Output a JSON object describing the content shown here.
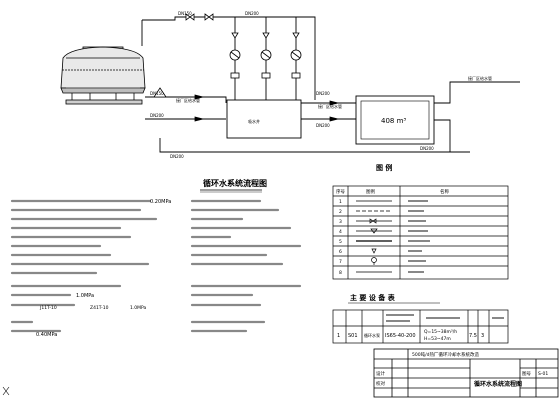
{
  "diagram": {
    "title": "循环水系统流程图",
    "tank_label": "408 m³",
    "pump_well_label": "吸水井",
    "pipe_labels": [
      "DN150",
      "DN200",
      "DN150",
      "DN200",
      "DN200",
      "DN200",
      "DN200",
      "DN200"
    ],
    "flow_notes": [
      "接厂区给水管",
      "接厂区给水管",
      "接厂区给水管"
    ],
    "legend_title": "图 例"
  },
  "notes": {
    "pressures": [
      "0.20MPa",
      "1.0MPa",
      "0.40MPa"
    ],
    "valves": [
      "J11T-10",
      "Z41T-10",
      "1.0MPa"
    ]
  },
  "legend_table": {
    "headers": [
      "序号",
      "图例",
      "名称"
    ],
    "row_numbers": [
      "1",
      "2",
      "3",
      "4",
      "5",
      "6",
      "7",
      "8"
    ]
  },
  "equipment_table": {
    "title": "主 要 设 备 表",
    "row": {
      "index": "1",
      "code": "S01",
      "name": "循环水泵",
      "model": "IS65-40-200",
      "spec_flow": "Q=15~38m³/h",
      "spec_head": "H=53~47m",
      "power": "7.5",
      "qty": "3"
    }
  },
  "title_block": {
    "project": "500吨/d热厂循环冷却水系统改造",
    "drawing_name": "循环水系统流程图",
    "design_label": "设计",
    "check_label": "校对",
    "drawing_no_label": "图号",
    "drawing_no": "S-01"
  }
}
